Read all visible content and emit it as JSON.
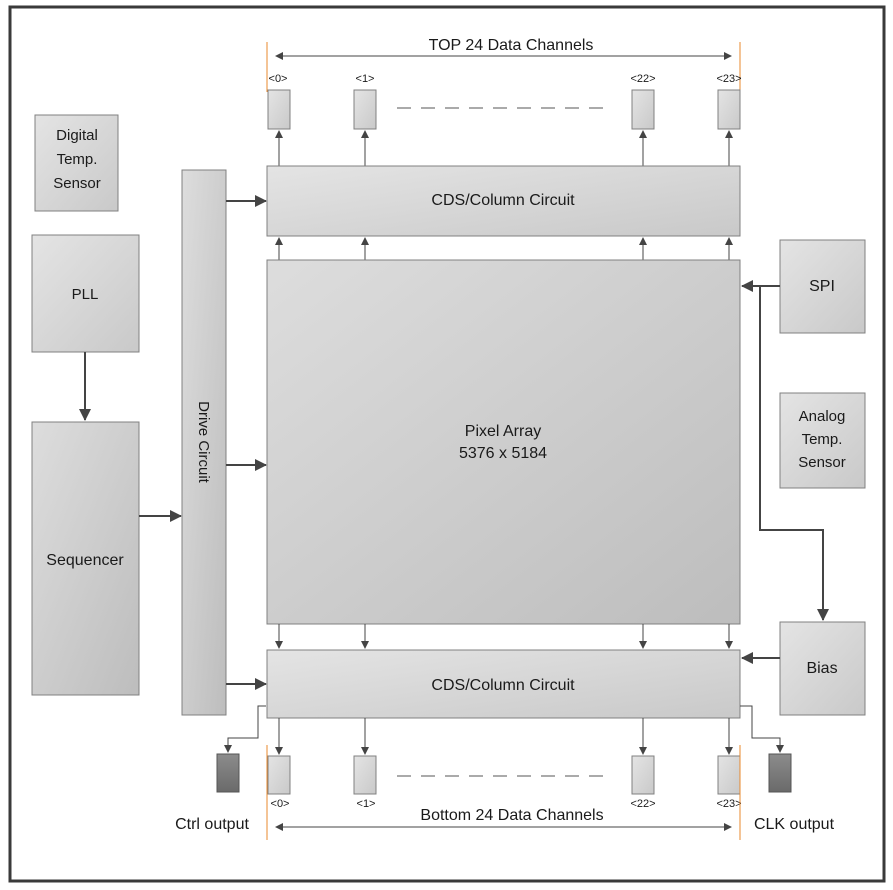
{
  "blocks": {
    "digital_temp_sensor": [
      "Digital",
      "Temp.",
      "Sensor"
    ],
    "pll": "PLL",
    "sequencer": "Sequencer",
    "drive_circuit": "Drive Circuit",
    "cds_top": "CDS/Column Circuit",
    "cds_bottom": "CDS/Column Circuit",
    "pixel_array": [
      "Pixel Array",
      "5376 x 5184"
    ],
    "spi": "SPI",
    "analog_temp_sensor": [
      "Analog",
      "Temp.",
      "Sensor"
    ],
    "bias": "Bias"
  },
  "channels": {
    "top_title": "TOP 24 Data Channels",
    "bottom_title": "Bottom 24 Data Channels",
    "labels": [
      "<0>",
      "<1>",
      "<22>",
      "<23>"
    ]
  },
  "outputs": {
    "ctrl": "Ctrl output",
    "clk": "CLK output"
  },
  "colors": {
    "block_light": "#dcdcdc",
    "block_mid": "#cfcfcf",
    "output_dark": "#7f7f7f",
    "marker": "#e8882c"
  }
}
